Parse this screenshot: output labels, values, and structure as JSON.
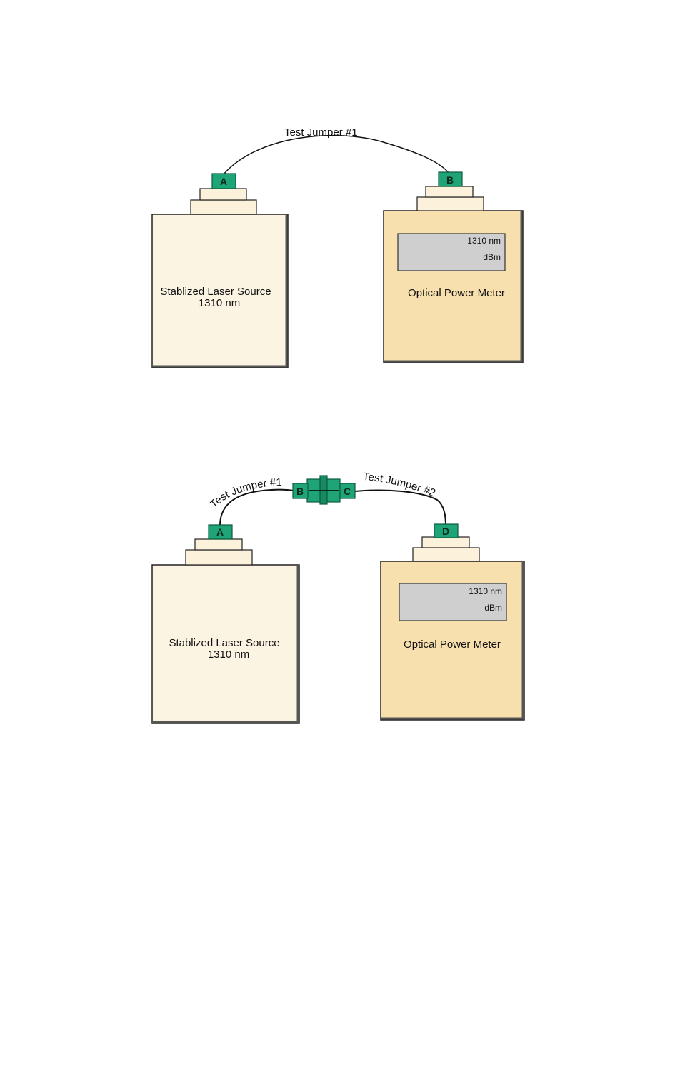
{
  "colors": {
    "source_body": "#fcf4e2",
    "meter_body": "#f7dfae",
    "connector_green": "#1fa478",
    "connector_dark": "#0e7a52",
    "display_gray": "#cfcfcf",
    "port_cream": "#fcf2dc"
  },
  "figure1": {
    "jumper_label": "Test Jumper #1",
    "connector_a": "A",
    "connector_b": "B",
    "source_line1": "Stablized Laser Source",
    "source_line2": "1310 nm",
    "meter_label": "Optical Power Meter",
    "display_wavelength": "1310 nm",
    "display_unit": "dBm"
  },
  "figure2": {
    "jumper1_label": "Test Jumper #1",
    "jumper2_label": "Test Jumper #2",
    "connector_a": "A",
    "connector_b": "B",
    "connector_c": "C",
    "connector_d": "D",
    "source_line1": "Stablized Laser Source",
    "source_line2": "1310 nm",
    "meter_label": "Optical Power Meter",
    "display_wavelength": "1310 nm",
    "display_unit": "dBm"
  }
}
